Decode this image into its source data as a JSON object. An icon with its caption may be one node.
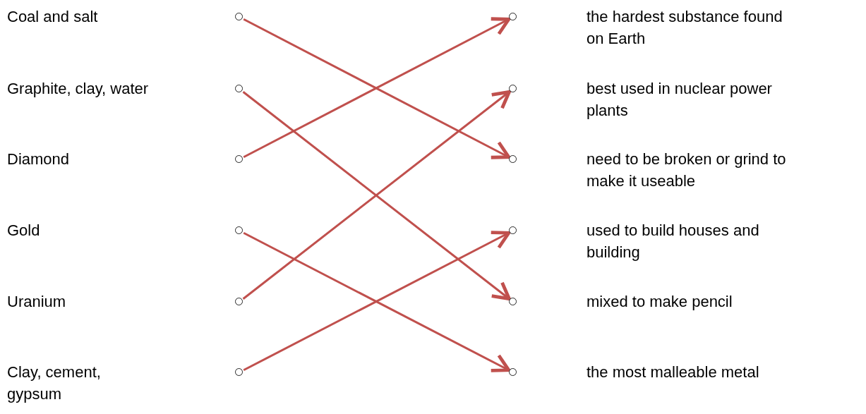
{
  "diagram": {
    "nodes": [
      {
        "text": [],
        "shape": "circle"
      },
      {
        "text": [],
        "shape": "circle"
      },
      {
        "text": [],
        "shape": "circle"
      },
      {
        "text": [],
        "shape": "circle"
      },
      {
        "text": [],
        "shape": "circle"
      },
      {
        "text": [],
        "shape": "circle"
      },
      {
        "text": [],
        "shape": "circle"
      },
      {
        "text": [],
        "shape": "circle"
      },
      {
        "text": [],
        "shape": "circle"
      },
      {
        "text": [],
        "shape": "circle"
      },
      {
        "text": [],
        "shape": "circle"
      },
      {
        "text": [],
        "shape": "circle"
      }
    ],
    "edges": [
      {
        "from": 0,
        "to": 8,
        "arrow": "to"
      },
      {
        "from": 1,
        "to": 10,
        "arrow": "to"
      },
      {
        "from": 2,
        "to": 6,
        "arrow": "to"
      },
      {
        "from": 3,
        "to": 11,
        "arrow": "to"
      },
      {
        "from": 4,
        "to": 7,
        "arrow": "to"
      },
      {
        "from": 5,
        "to": 9,
        "arrow": "to"
      }
    ],
    "labels": [
      "Coal and salt",
      "the hardest substance found on Earth",
      "Graphite, clay, water",
      "best used in nuclear power plants",
      "Diamond",
      "need to be broken or grind to make it useable",
      "Gold",
      "used to build houses and building",
      "Uranium",
      "mixed to make pencil",
      "Clay, cement, gypsum",
      "the most malleable metal"
    ]
  }
}
